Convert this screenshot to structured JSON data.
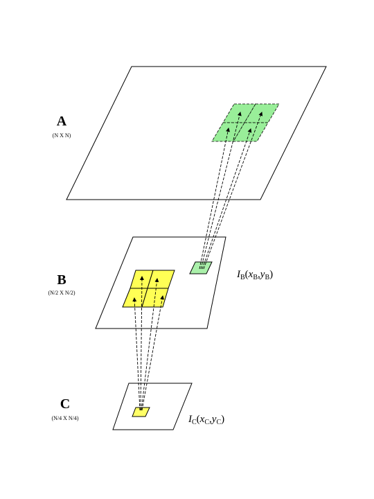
{
  "levels": [
    {
      "letter": "A",
      "size": "(N X N)"
    },
    {
      "letter": "B",
      "size": "(N/2 X N/2)"
    },
    {
      "letter": "C",
      "size": "(N/4 X N/4)"
    }
  ],
  "function_labels": {
    "b": {
      "italic": "I",
      "sub": "B",
      "open": "(",
      "x": "x",
      "xsub": "B",
      "comma": ",",
      "y": "y",
      "ysub": "B",
      "close": ")"
    },
    "c": {
      "italic": "I",
      "sub": "C",
      "open": "(",
      "x": "x",
      "xsub": "C",
      "comma": ",",
      "y": "y",
      "ysub": "C",
      "close": ")"
    }
  },
  "colors": {
    "green": "#99ee99",
    "yellow": "#ffff55"
  }
}
